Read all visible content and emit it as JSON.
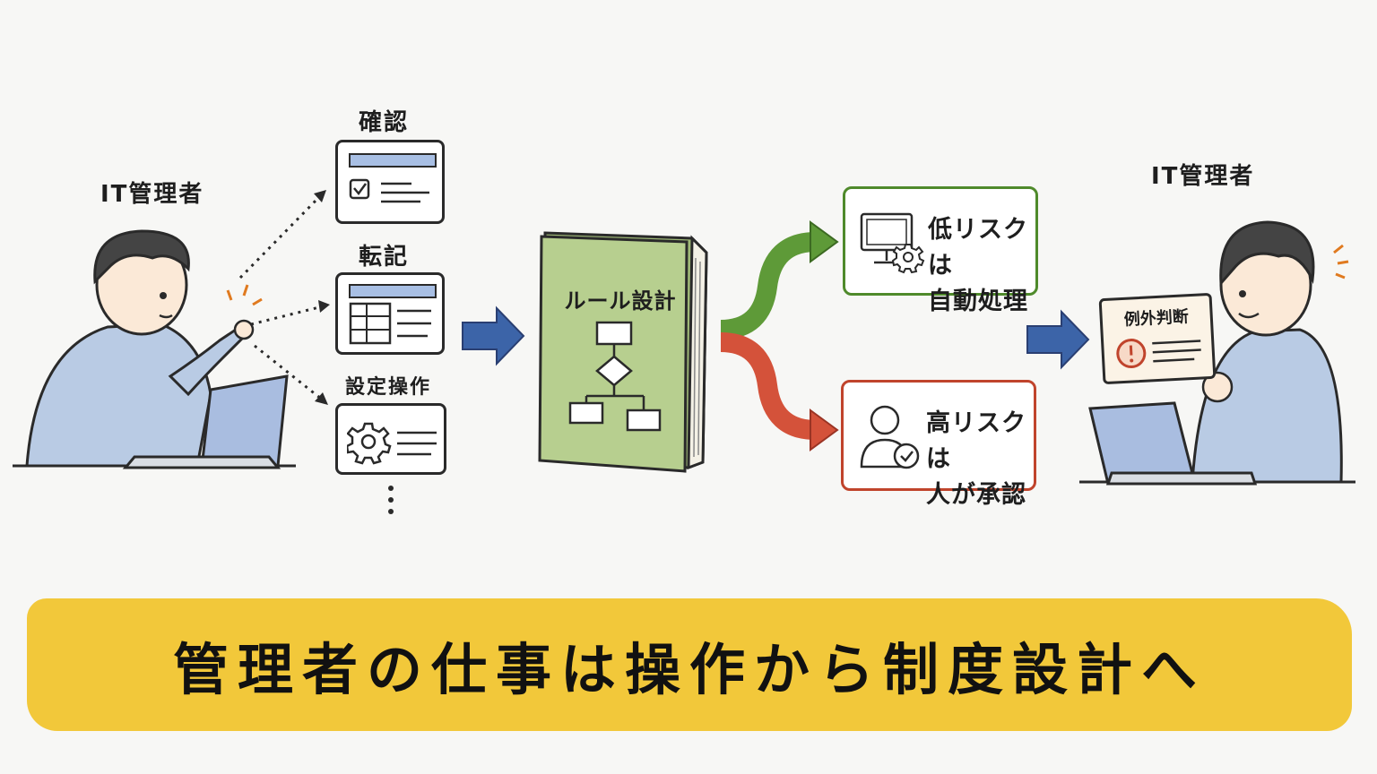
{
  "left_person": {
    "label": "IT管理者"
  },
  "tasks": [
    {
      "label": "確認"
    },
    {
      "label": "転記"
    },
    {
      "label": "設定操作"
    }
  ],
  "book": {
    "title": "ルール設計"
  },
  "outcomes": {
    "low": {
      "line1": "低リスクは",
      "line2": "自動処理",
      "color": "#4f8a2b"
    },
    "high": {
      "line1": "高リスクは",
      "line2": "人が承認",
      "color": "#c0442c"
    }
  },
  "right_person": {
    "label": "IT管理者",
    "memo_title": "例外判断"
  },
  "banner": {
    "text": "管理者の仕事は操作から制度設計へ",
    "color": "#f2c83a"
  },
  "colors": {
    "arrow_blue": "#3c64a8",
    "book_green": "#b7cf8f",
    "shirt_blue": "#b9cbe4"
  }
}
